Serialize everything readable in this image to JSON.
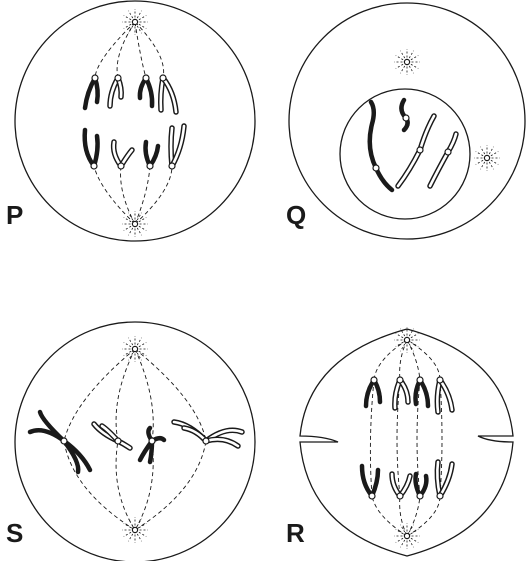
{
  "panels": [
    {
      "id": "P",
      "label": "P"
    },
    {
      "id": "Q",
      "label": "Q"
    },
    {
      "id": "S",
      "label": "S"
    },
    {
      "id": "R",
      "label": "R"
    }
  ],
  "colors": {
    "ink": "#1a1a1a",
    "background": "#ffffff"
  }
}
